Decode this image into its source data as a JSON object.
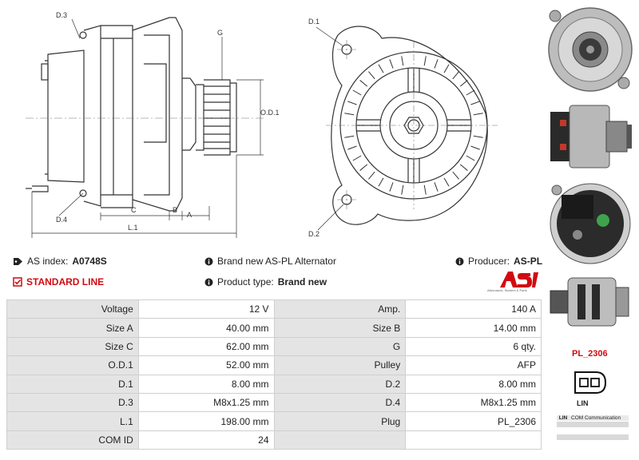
{
  "diagram": {
    "labels": {
      "d3": "D.3",
      "g": "G",
      "od1": "O.D.1",
      "c": "C",
      "b": "B",
      "a": "A",
      "l1": "L.1",
      "d4": "D.4",
      "d1": "D.1",
      "d2": "D.2"
    }
  },
  "info": {
    "as_index_label": "AS index:",
    "as_index_value": "A0748S",
    "standard_line": "STANDARD LINE",
    "brand_new_text": "Brand new AS-PL Alternator",
    "product_type_label": "Product type:",
    "product_type_value": "Brand new",
    "producer_label": "Producer:",
    "producer_value": "AS-PL"
  },
  "brand": {
    "logo_text": "AS",
    "tagline": "Alternators, Starters & Parts"
  },
  "specs": [
    {
      "l1": "Voltage",
      "v1": "12 V",
      "l2": "Amp.",
      "v2": "140 A"
    },
    {
      "l1": "Size A",
      "v1": "40.00 mm",
      "l2": "Size B",
      "v2": "14.00 mm"
    },
    {
      "l1": "Size C",
      "v1": "62.00 mm",
      "l2": "G",
      "v2": "6 qty."
    },
    {
      "l1": "O.D.1",
      "v1": "52.00 mm",
      "l2": "Pulley",
      "v2": "AFP"
    },
    {
      "l1": "D.1",
      "v1": "8.00 mm",
      "l2": "D.2",
      "v2": "8.00 mm"
    },
    {
      "l1": "D.3",
      "v1": "M8x1.25 mm",
      "l2": "D.4",
      "v2": "M8x1.25 mm"
    },
    {
      "l1": "L.1",
      "v1": "198.00 mm",
      "l2": "Plug",
      "v2": "PL_2306"
    },
    {
      "l1": "COM ID",
      "v1": "24",
      "l2": "",
      "v2": ""
    }
  ],
  "plug": {
    "code": "PL_2306",
    "connector_label": "LIN",
    "legend": [
      {
        "pin": "LIN",
        "desc": "COM Communication"
      },
      {
        "pin": "",
        "desc": ""
      },
      {
        "pin": "",
        "desc": ""
      },
      {
        "pin": "",
        "desc": ""
      }
    ]
  },
  "colors": {
    "accent_red": "#d10a11",
    "label_cell": "#e4e4e4",
    "border": "#cfcfcf"
  },
  "icons": [
    "tag-icon",
    "checkbox-icon",
    "info-icon",
    "info-icon",
    "info-icon"
  ]
}
